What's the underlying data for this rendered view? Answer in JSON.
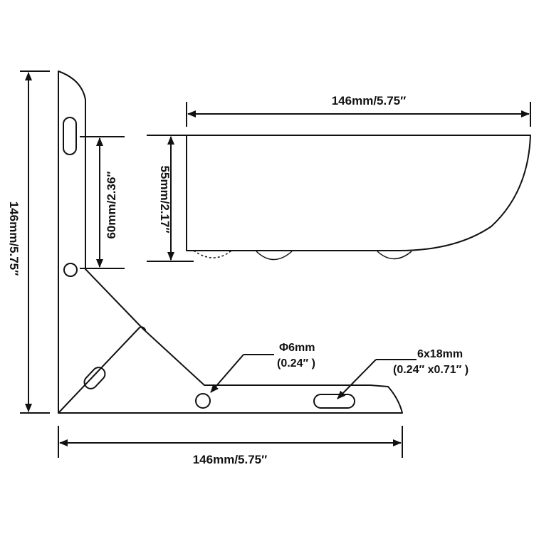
{
  "dimensions": {
    "top_width": "146mm/5.75″",
    "side_height": "55mm/2.17″",
    "left_height": "146mm/5.75″",
    "inner_height": "60mm/2.36″",
    "bottom_width": "146mm/5.75″"
  },
  "callouts": {
    "hole_line1": "Φ6mm",
    "hole_line2": "(0.24″ )",
    "slot_line1": "6x18mm",
    "slot_line2": "(0.24″ x0.71″ )"
  },
  "colors": {
    "line": "#111111",
    "background": "#ffffff"
  }
}
